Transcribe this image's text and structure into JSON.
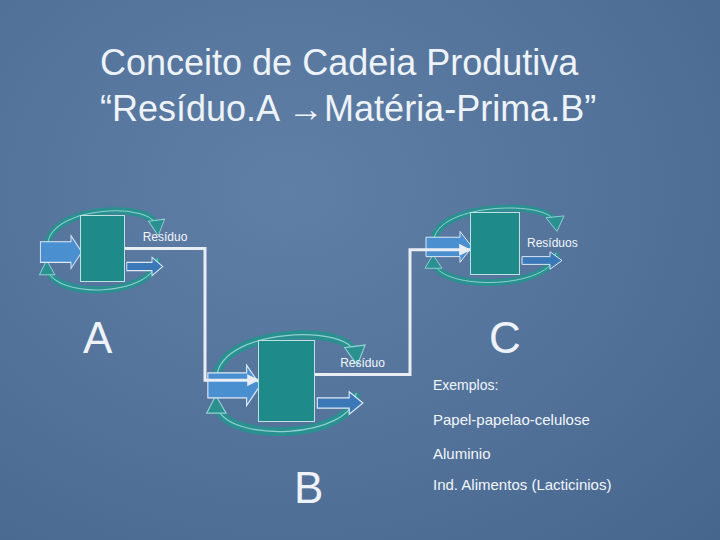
{
  "diagram": {
    "title": "Conceito de Cadeia Produtiva “Resíduo.A →Matéria-Prima.B”",
    "nodes": [
      {
        "text": [
          "A"
        ]
      },
      {
        "text": [
          "B"
        ]
      },
      {
        "text": [
          "C"
        ]
      }
    ],
    "edges": [
      {
        "from": 0,
        "to": 1,
        "arrow": "to",
        "label": "Resíduo"
      },
      {
        "from": 1,
        "to": 2,
        "arrow": "to",
        "label": "Resíduo"
      }
    ],
    "labels": [
      "Resíduos",
      "Exemplos:",
      "Papel-papelao-celulose",
      "Aluminio",
      "Ind. Alimentos (Lacticinios)"
    ]
  }
}
